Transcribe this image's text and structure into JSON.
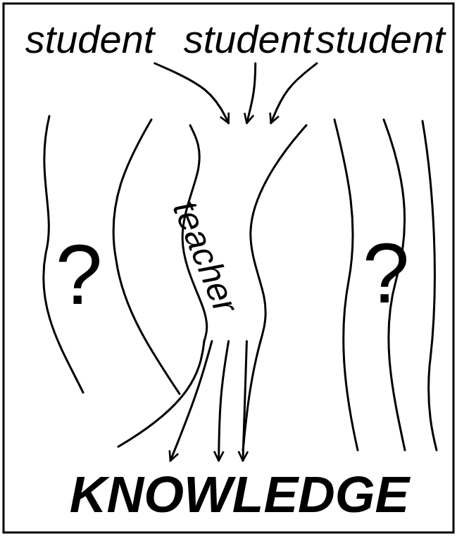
{
  "diagram": {
    "nodes": [
      {
        "text": [
          "student"
        ]
      },
      {
        "text": [
          "student"
        ]
      },
      {
        "text": [
          "student"
        ]
      },
      {
        "text": [
          "teacher"
        ]
      },
      {
        "text": [
          "KNOWLEDGE"
        ]
      }
    ],
    "edges": [
      {
        "from": 0,
        "to": 3,
        "arrow": "to"
      },
      {
        "from": 1,
        "to": 3,
        "arrow": "to"
      },
      {
        "from": 2,
        "to": 3,
        "arrow": "to"
      },
      {
        "from": 3,
        "to": 4,
        "arrow": "to"
      },
      {
        "from": 3,
        "to": 4,
        "arrow": "to"
      },
      {
        "from": 3,
        "to": 4,
        "arrow": "to"
      }
    ],
    "labels": [
      "?",
      "?"
    ]
  }
}
